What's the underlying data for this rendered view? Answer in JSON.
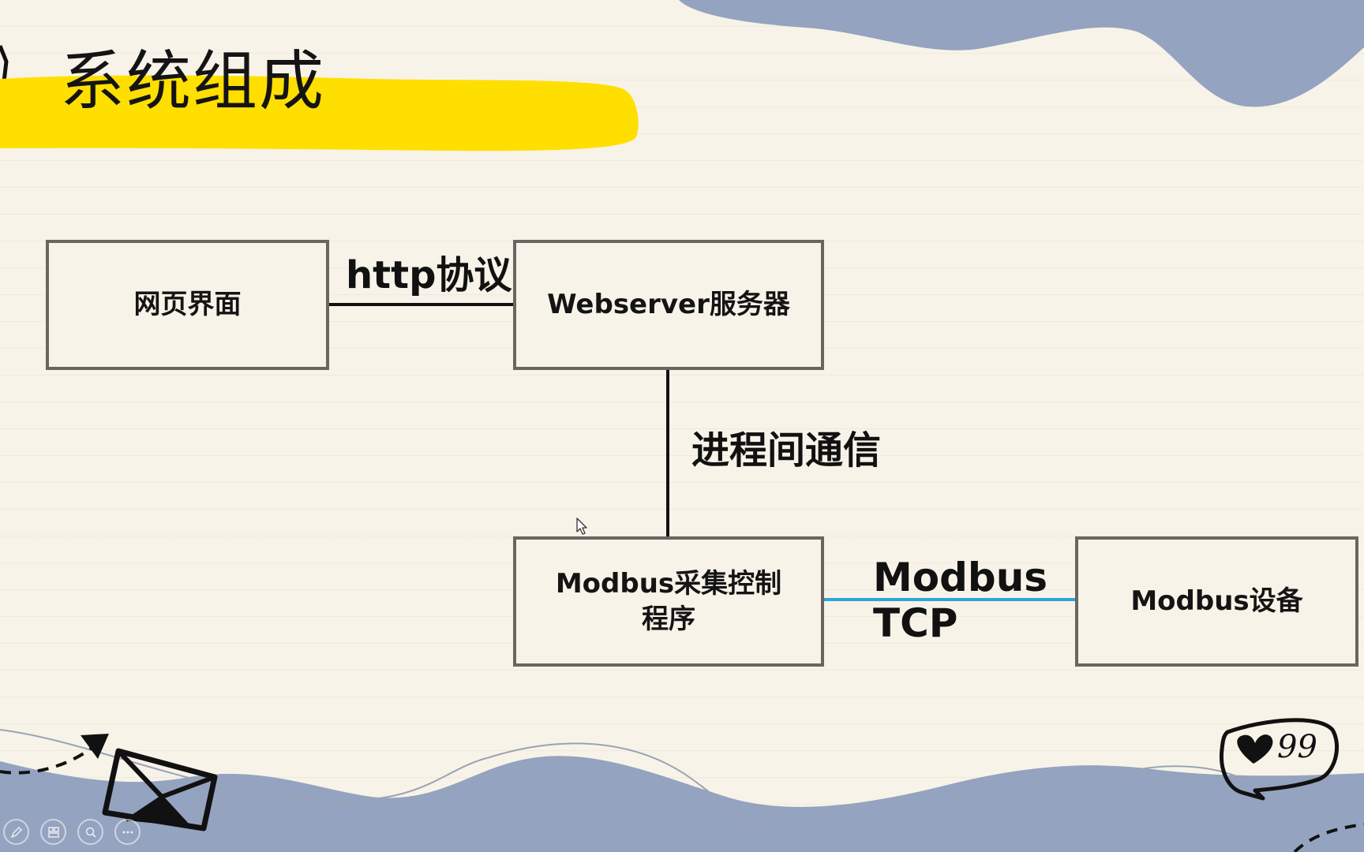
{
  "slide": {
    "title": "系统组成"
  },
  "diagram": {
    "nodes": {
      "web_ui": "网页界面",
      "webserver": "Webserver服务器",
      "modbus_program_line1": "Modbus采集控制",
      "modbus_program_line2": "程序",
      "modbus_device": "Modbus设备"
    },
    "edges": {
      "http": "http协议",
      "ipc": "进程间通信",
      "modbus_tcp_line1": "Modbus",
      "modbus_tcp_line2": "TCP"
    }
  },
  "colors": {
    "highlight": "#ffdf00",
    "wave": "#94a3bf",
    "box_border": "#6a655f",
    "tcp_line": "#2aa6dc"
  },
  "toolbar": {
    "icons": [
      "pen-icon",
      "slides-icon",
      "zoom-icon",
      "more-icon"
    ]
  }
}
